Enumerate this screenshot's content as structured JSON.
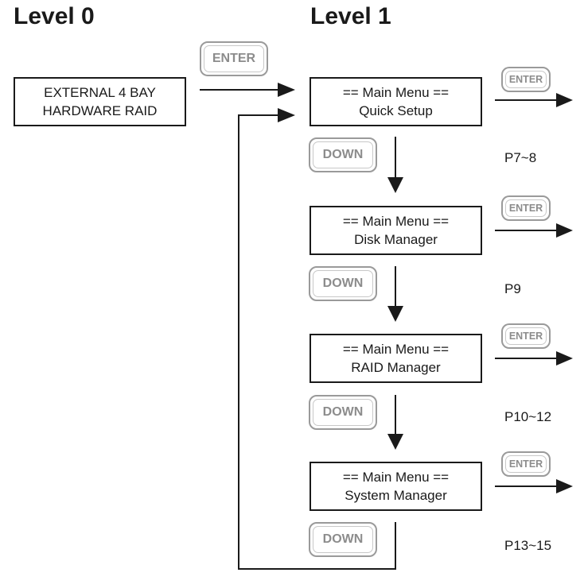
{
  "headings": {
    "level0": "Level 0",
    "level1": "Level 1"
  },
  "level0_box": {
    "line1": "EXTERNAL 4 BAY",
    "line2": "HARDWARE RAID"
  },
  "buttons": {
    "enter": "ENTER",
    "down": "DOWN"
  },
  "menus": [
    {
      "line1": "== Main Menu ==",
      "line2": "Quick Setup",
      "page_ref": "P7~8"
    },
    {
      "line1": "== Main Menu ==",
      "line2": "Disk Manager",
      "page_ref": "P9"
    },
    {
      "line1": "== Main Menu ==",
      "line2": "RAID Manager",
      "page_ref": "P10~12"
    },
    {
      "line1": "== Main Menu ==",
      "line2": "System Manager",
      "page_ref": "P13~15"
    }
  ],
  "colors": {
    "line": "#1a1a1a",
    "button_border": "#9a9a9a",
    "button_text": "#8c8c8c"
  },
  "icons": {
    "connector": "arrow-right",
    "flow": "arrow-down"
  }
}
